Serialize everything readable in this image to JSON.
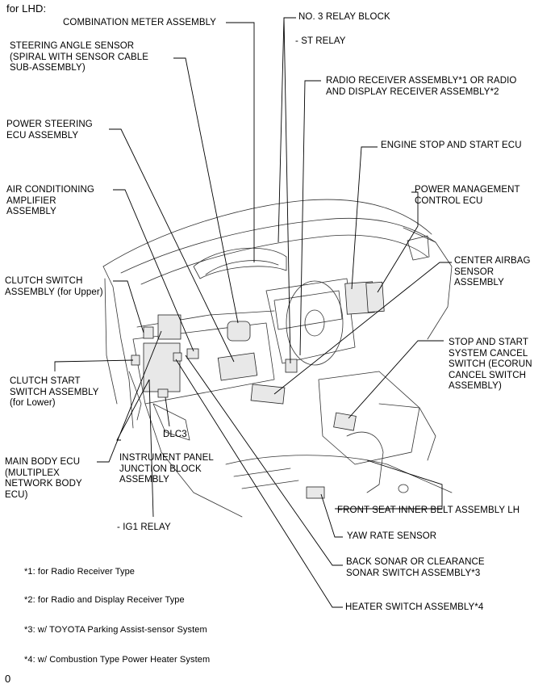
{
  "header": "for LHD:",
  "footer_code": "0",
  "labels": {
    "combination_meter": "COMBINATION METER ASSEMBLY",
    "steering_angle_sensor": "STEERING ANGLE SENSOR\n(SPIRAL WITH SENSOR CABLE\nSUB-ASSEMBLY)",
    "power_steering_ecu": "POWER STEERING\nECU ASSEMBLY",
    "air_conditioning_amplifier": "AIR CONDITIONING\nAMPLIFIER\nASSEMBLY",
    "clutch_switch_upper": "CLUTCH SWITCH\nASSEMBLY (for Upper)",
    "clutch_start_switch_lower": "CLUTCH START\nSWITCH ASSEMBLY\n(for Lower)",
    "main_body_ecu": "MAIN BODY ECU\n(MULTIPLEX\nNETWORK BODY\nECU)",
    "dlc3": "DLC3",
    "instrument_panel_jb": "INSTRUMENT PANEL\nJUNCTION BLOCK\nASSEMBLY",
    "ig1_relay": "- IG1 RELAY",
    "no3_relay_block": "NO. 3 RELAY BLOCK",
    "st_relay": "- ST RELAY",
    "radio_receiver": "RADIO RECEIVER ASSEMBLY*1 OR RADIO\nAND DISPLAY RECEIVER ASSEMBLY*2",
    "engine_stop_start_ecu": "ENGINE STOP AND START ECU",
    "power_management_ecu": "POWER MANAGEMENT\nCONTROL ECU",
    "center_airbag_sensor": "CENTER AIRBAG\nSENSOR\nASSEMBLY",
    "stop_start_cancel_switch": "STOP AND START\nSYSTEM CANCEL\nSWITCH (ECORUN\nCANCEL SWITCH\nASSEMBLY)",
    "front_seat_inner_belt": "FRONT SEAT INNER BELT ASSEMBLY LH",
    "yaw_rate_sensor": "YAW RATE SENSOR",
    "back_sonar_switch": "BACK SONAR OR CLEARANCE\nSONAR SWITCH ASSEMBLY*3",
    "heater_switch": "HEATER SWITCH ASSEMBLY*4"
  },
  "notes": [
    "*1: for Radio Receiver Type",
    "*2: for Radio and Display Receiver Type",
    "*3: w/ TOYOTA Parking Assist-sensor System",
    "*4: w/ Combustion Type Power Heater System"
  ]
}
